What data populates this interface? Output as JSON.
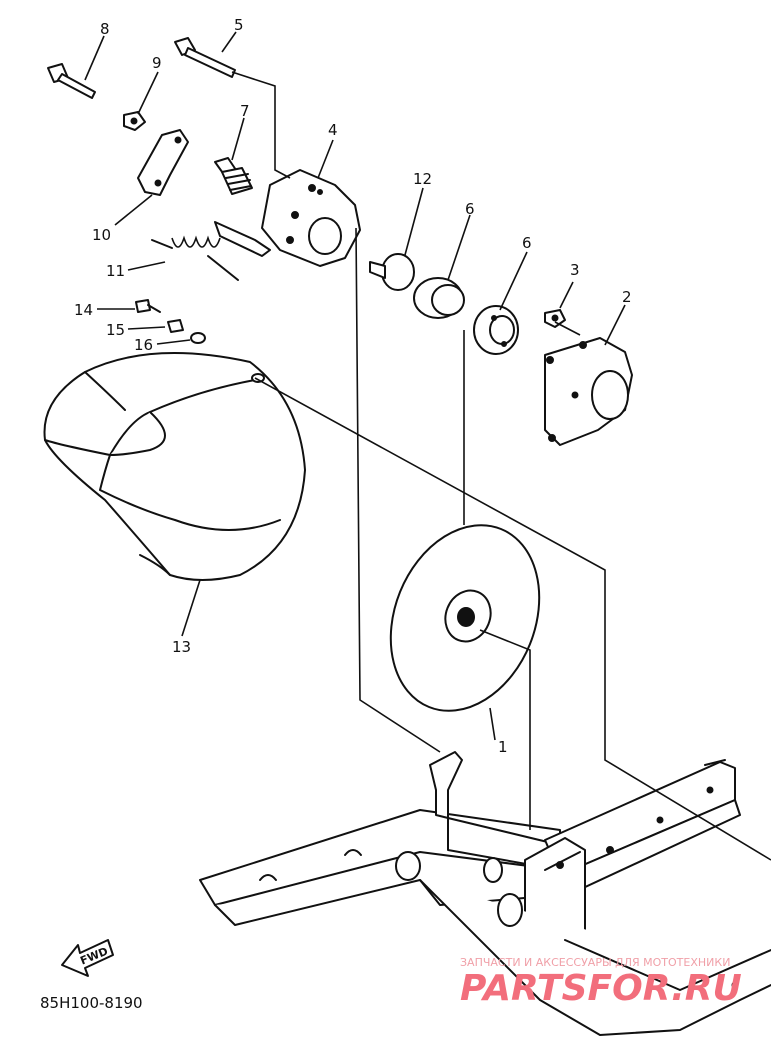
{
  "callouts": [
    "1",
    "2",
    "3",
    "4",
    "5",
    "6",
    "6",
    "7",
    "8",
    "9",
    "10",
    "11",
    "12",
    "13",
    "14",
    "15",
    "16"
  ],
  "diagram_code": "85H100-8190",
  "fwd_label": "FWD",
  "watermark": {
    "tagline": "ЗАПЧАСТИ И АКСЕССУАРЫ ДЛЯ МОТОТЕХНИКИ",
    "brand": "PARTSFOR.RU"
  },
  "colors": {
    "line": "#111111",
    "watermark": "#f26e7c"
  }
}
